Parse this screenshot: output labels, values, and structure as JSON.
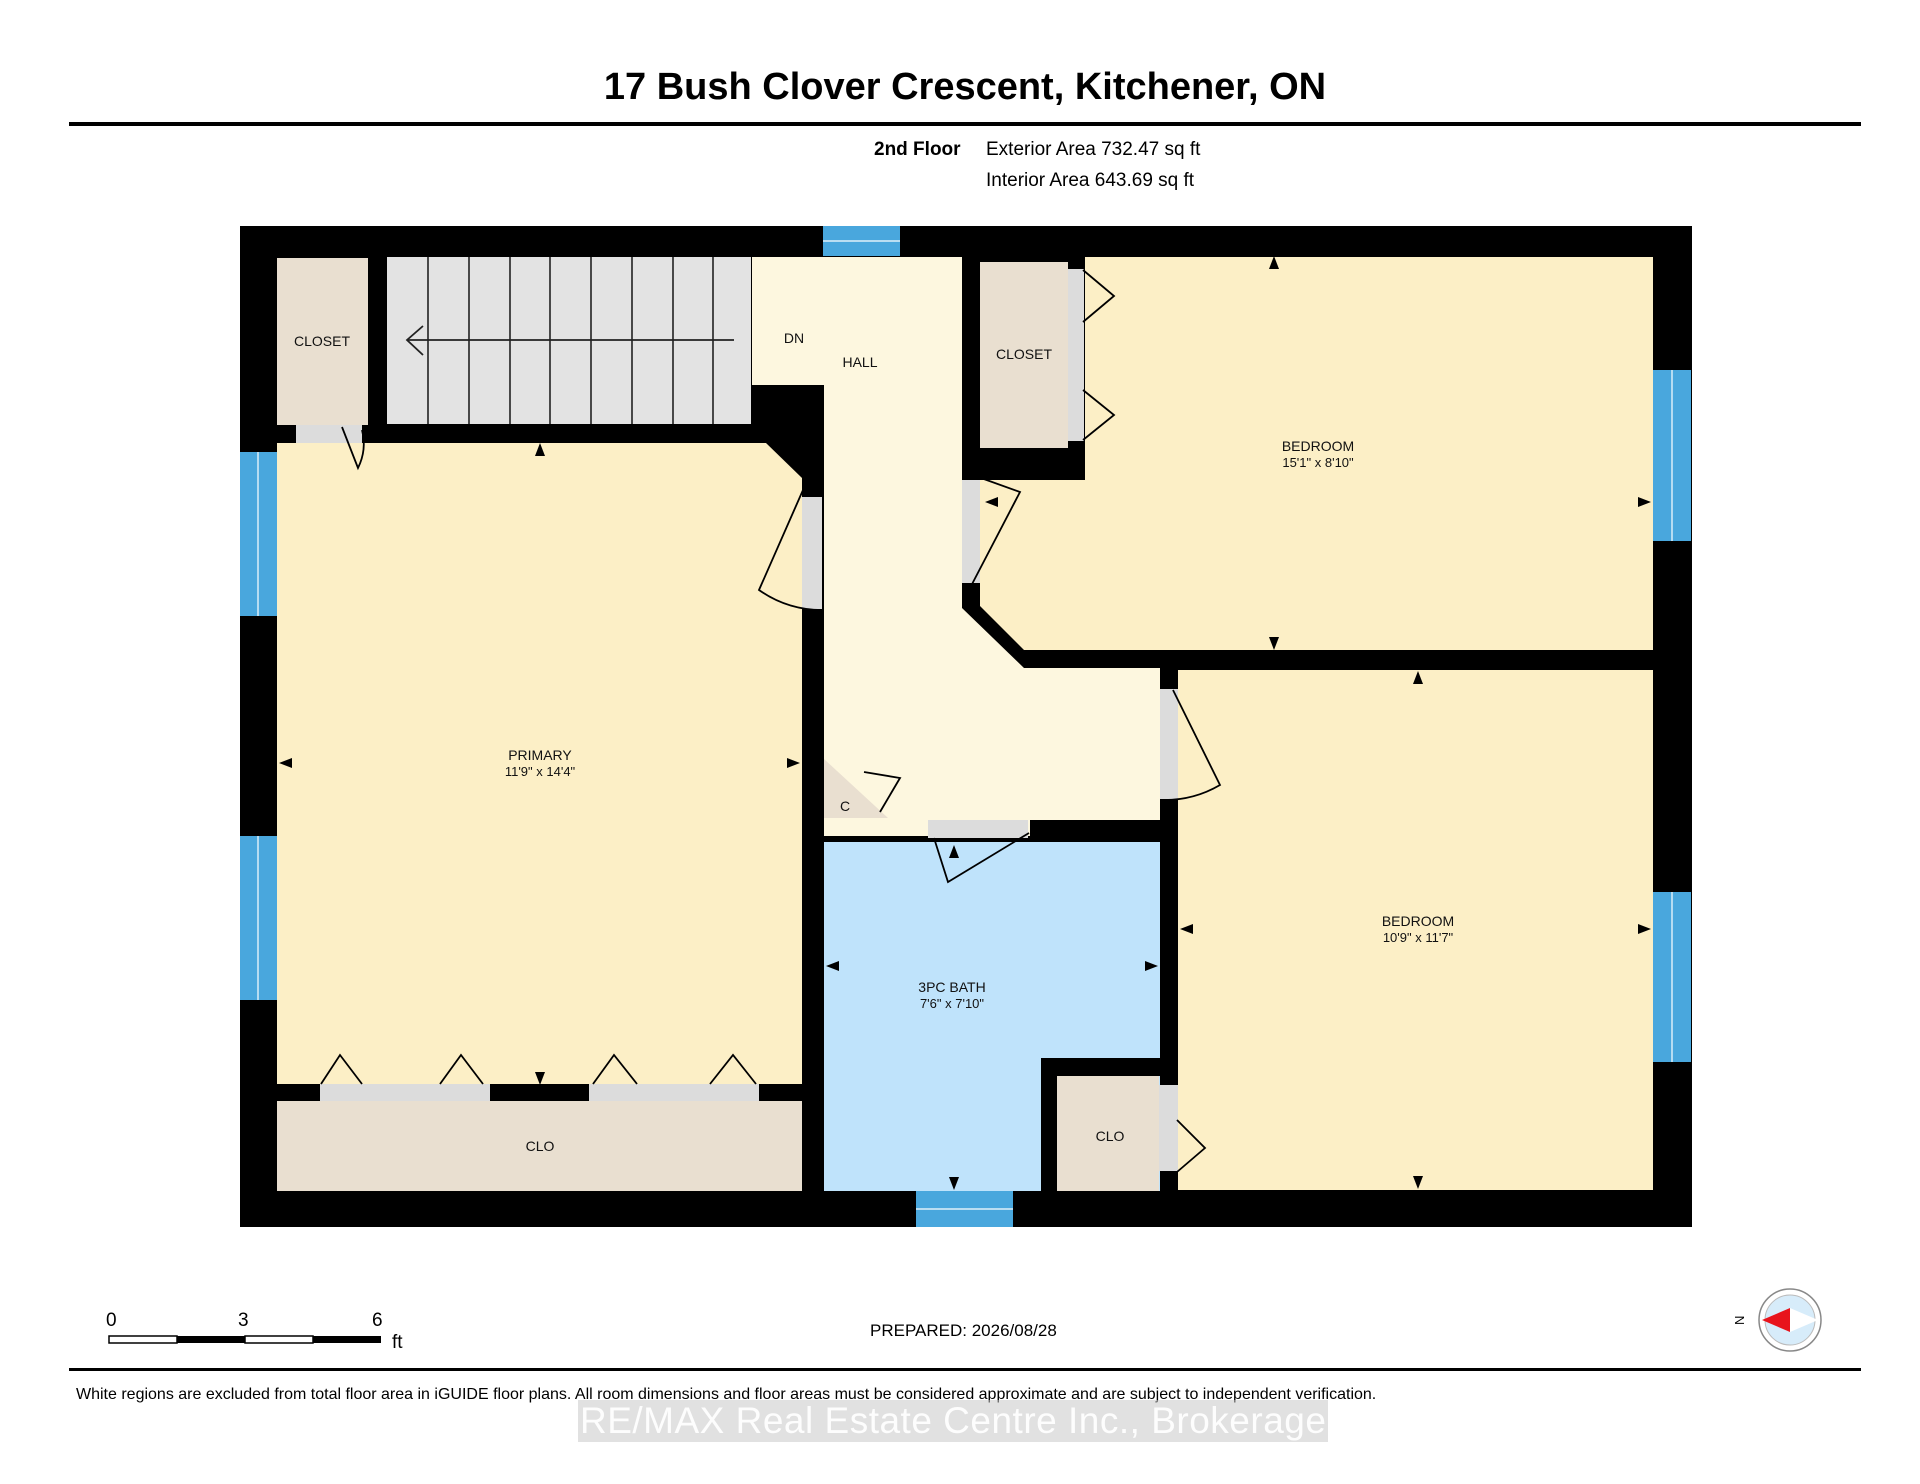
{
  "header": {
    "address": "17 Bush Clover Crescent, Kitchener, ON",
    "floor_label": "2nd Floor",
    "exterior_area": "Exterior Area 732.47 sq ft",
    "interior_area": "Interior Area 643.69 sq ft"
  },
  "rooms": {
    "closet_left": {
      "name": "CLOSET"
    },
    "closet_right": {
      "name": "CLOSET"
    },
    "stairs": {
      "label": "DN"
    },
    "hall": {
      "name": "HALL"
    },
    "primary": {
      "name": "PRIMARY",
      "dims": "11'9\" x 14'4\""
    },
    "bedroom_top": {
      "name": "BEDROOM",
      "dims": "15'1\" x 8'10\""
    },
    "bedroom_bottom": {
      "name": "BEDROOM",
      "dims": "10'9\" x 11'7\""
    },
    "bath": {
      "name": "3PC BATH",
      "dims": "7'6\" x 7'10\""
    },
    "clo_primary": {
      "name": "CLO"
    },
    "clo_bedroom": {
      "name": "CLO"
    },
    "small_closet": {
      "name": "C"
    }
  },
  "scale": {
    "ticks": [
      "0",
      "3",
      "6"
    ],
    "unit": "ft"
  },
  "compass": {
    "label": "N"
  },
  "footer": {
    "prepared": "PREPARED: 2026/08/28",
    "disclaimer": "White regions are excluded from total floor area in iGUIDE floor plans. All room dimensions and floor areas must be considered approximate and are subject to independent verification.",
    "watermark": "RE/MAX Real Estate Centre Inc., Brokerage"
  },
  "colors": {
    "wall": "#000000",
    "bedroom_fill": "#fcefc6",
    "hall_fill": "#fdf7df",
    "closet_fill": "#e9dfd0",
    "bath_fill": "#bfe3fb",
    "stairs_fill": "#e3e3e3",
    "window": "#49a7dd",
    "compass_arrow": "#e8141c"
  }
}
